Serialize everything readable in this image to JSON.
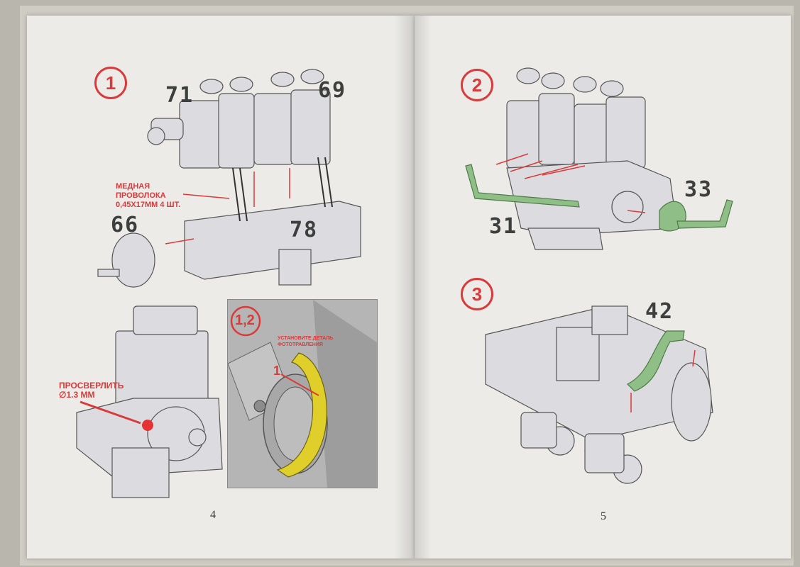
{
  "left_page": {
    "step1": "1",
    "parts": {
      "p71": "71",
      "p69": "69",
      "p66": "66",
      "p78": "78"
    },
    "wire_note": [
      "МЕДНАЯ",
      "ПРОВОЛОКА",
      "0,45X17ММ 4 ШТ."
    ],
    "drill_note": [
      "ПРОСВЕРЛИТЬ",
      "∅1.3 ММ"
    ],
    "inset": {
      "step": "1,2",
      "note": [
        "УСТАНОВИТЕ ДЕТАЛЬ",
        "ФОТОТРАВЛЕНИЯ"
      ],
      "part": "1"
    },
    "page_number": "4"
  },
  "right_page": {
    "step2": "2",
    "step3": "3",
    "parts": {
      "p31": "31",
      "p33": "33",
      "p42": "42"
    },
    "page_number": "5"
  },
  "colors": {
    "accent_red": "#d93a3a",
    "part_text": "#3c3f3d",
    "green_part": "#8fbf86",
    "yellow_part": "#e0cf2a"
  }
}
